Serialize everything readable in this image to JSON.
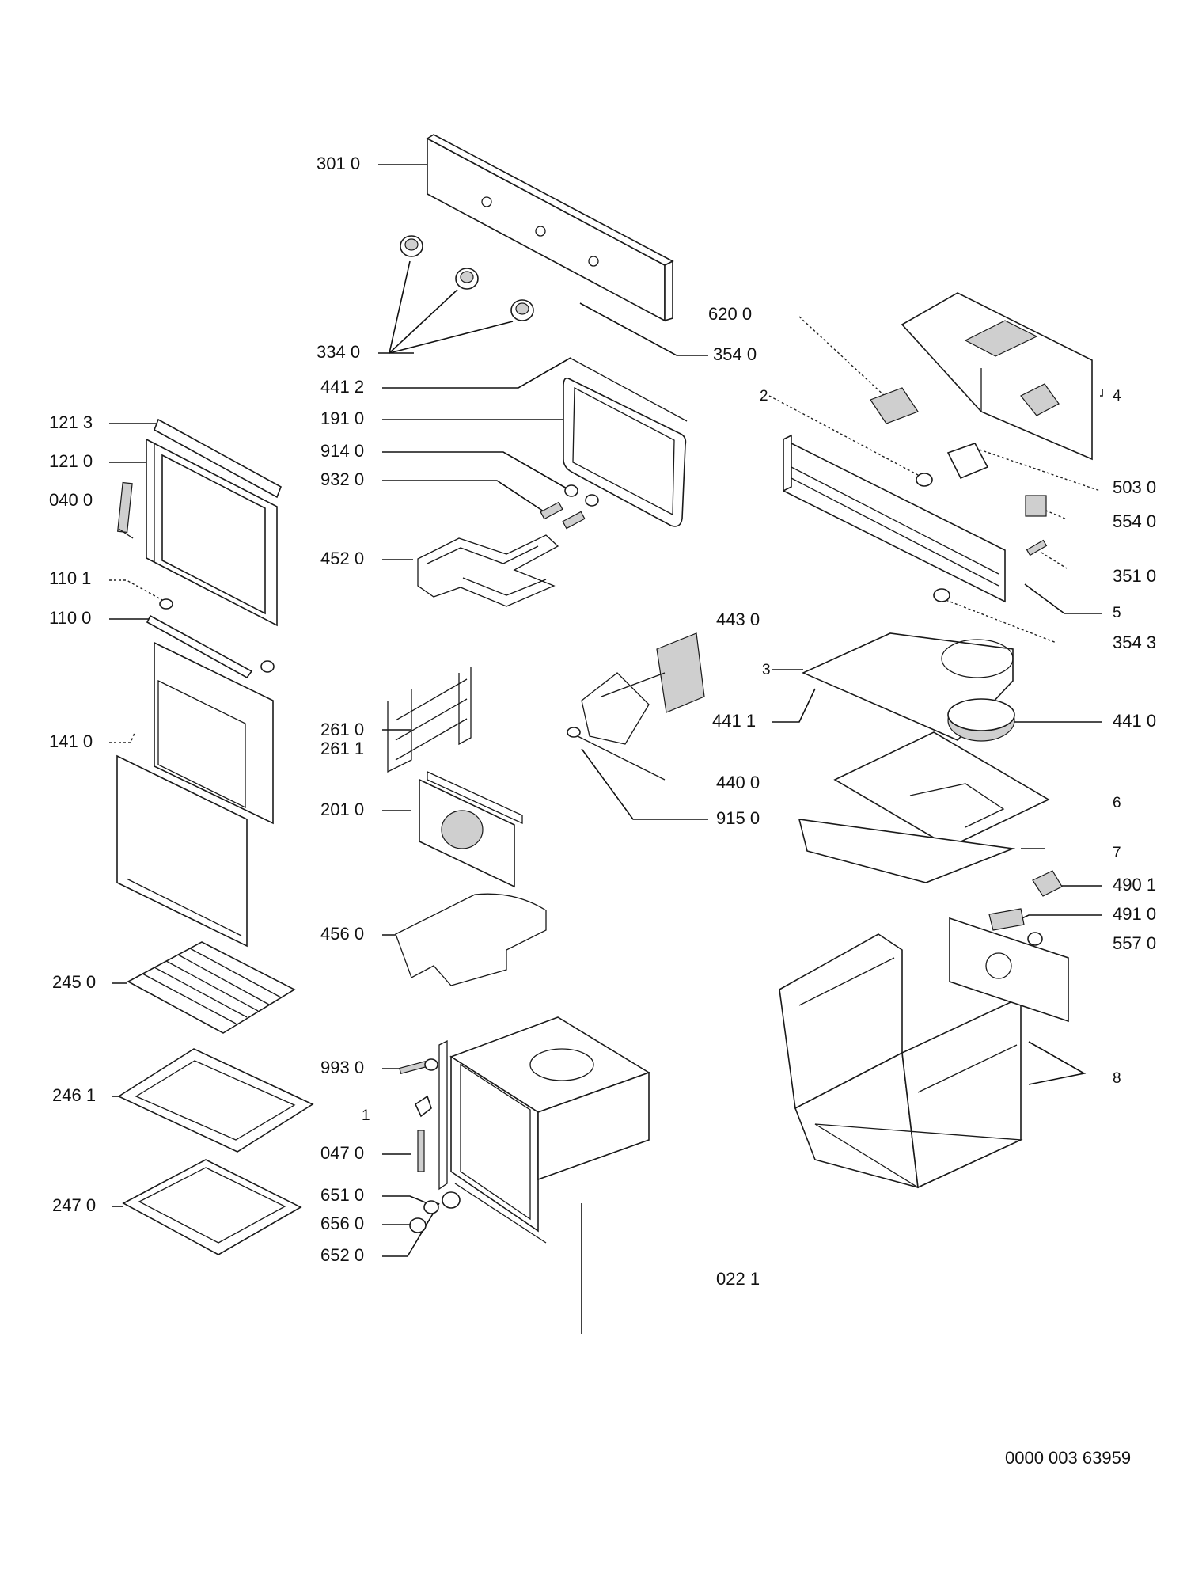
{
  "diagram": {
    "drawing_number": "0000 003 63959",
    "part_labels": [
      {
        "id": "p3010",
        "text": "301 0"
      },
      {
        "id": "p3340",
        "text": "334 0"
      },
      {
        "id": "p3540",
        "text": "354 0"
      },
      {
        "id": "p6200",
        "text": "620 0"
      },
      {
        "id": "p4412",
        "text": "441 2"
      },
      {
        "id": "p1910",
        "text": "191 0"
      },
      {
        "id": "p9140",
        "text": "914 0"
      },
      {
        "id": "p9320",
        "text": "932 0"
      },
      {
        "id": "p4520",
        "text": "452 0"
      },
      {
        "id": "p1213",
        "text": "121 3"
      },
      {
        "id": "p1210",
        "text": "121 0"
      },
      {
        "id": "p0400",
        "text": "040 0"
      },
      {
        "id": "p1101",
        "text": "110 1"
      },
      {
        "id": "p1100",
        "text": "110 0"
      },
      {
        "id": "p1410",
        "text": "141 0"
      },
      {
        "id": "p2610",
        "text": "261 0"
      },
      {
        "id": "p2611",
        "text": "261 1"
      },
      {
        "id": "p2010",
        "text": "201 0"
      },
      {
        "id": "p4560",
        "text": "456 0"
      },
      {
        "id": "p2450",
        "text": "245 0"
      },
      {
        "id": "p2461",
        "text": "246 1"
      },
      {
        "id": "p2470",
        "text": "247 0"
      },
      {
        "id": "p9930",
        "text": "993 0"
      },
      {
        "id": "p1",
        "text": "1"
      },
      {
        "id": "p0470",
        "text": "047 0"
      },
      {
        "id": "p6510",
        "text": "651 0"
      },
      {
        "id": "p6560",
        "text": "656 0"
      },
      {
        "id": "p6520",
        "text": "652 0"
      },
      {
        "id": "p0221",
        "text": "022 1"
      },
      {
        "id": "p4430",
        "text": "443 0"
      },
      {
        "id": "p4411",
        "text": "441 1"
      },
      {
        "id": "p4400",
        "text": "440 0"
      },
      {
        "id": "p9150",
        "text": "915 0"
      },
      {
        "id": "p2",
        "text": "2"
      },
      {
        "id": "p4",
        "text": "4"
      },
      {
        "id": "p5030",
        "text": "503 0"
      },
      {
        "id": "p5540",
        "text": "554 0"
      },
      {
        "id": "p3510",
        "text": "351 0"
      },
      {
        "id": "p5",
        "text": "5"
      },
      {
        "id": "p3543",
        "text": "354 3"
      },
      {
        "id": "p3",
        "text": "3"
      },
      {
        "id": "p4410",
        "text": "441 0"
      },
      {
        "id": "p6",
        "text": "6"
      },
      {
        "id": "p7",
        "text": "7"
      },
      {
        "id": "p4901",
        "text": "490 1"
      },
      {
        "id": "p4910",
        "text": "491 0"
      },
      {
        "id": "p5570",
        "text": "557 0"
      },
      {
        "id": "p8",
        "text": "8"
      }
    ]
  }
}
